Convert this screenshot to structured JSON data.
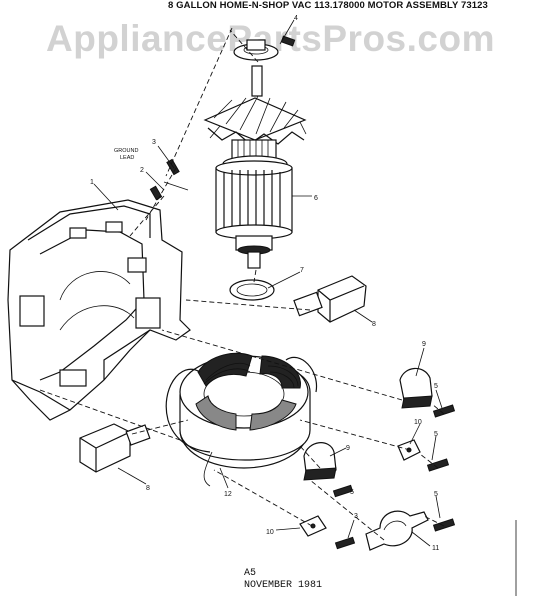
{
  "header": {
    "title": "8 GALLON HOME-N-SHOP VAC 113.178000 MOTOR ASSEMBLY 73123",
    "watermark": "AppliancePartsPros.com"
  },
  "labels": {
    "ground_lead_line1": "GROUND",
    "ground_lead_line2": "LEAD"
  },
  "callouts": {
    "c1": "1",
    "c2": "2",
    "c3": "3",
    "c4": "4",
    "c5a": "5",
    "c5b": "5",
    "c5c": "5",
    "c6": "6",
    "c7": "7",
    "c8a": "8",
    "c8b": "8",
    "c9a": "9",
    "c9b": "9",
    "c10a": "10",
    "c10b": "10",
    "c11": "11",
    "c12": "12",
    "c3b": "3",
    "c5d": "5"
  },
  "footer": {
    "code": "A5",
    "date": "NOVEMBER 1981"
  }
}
